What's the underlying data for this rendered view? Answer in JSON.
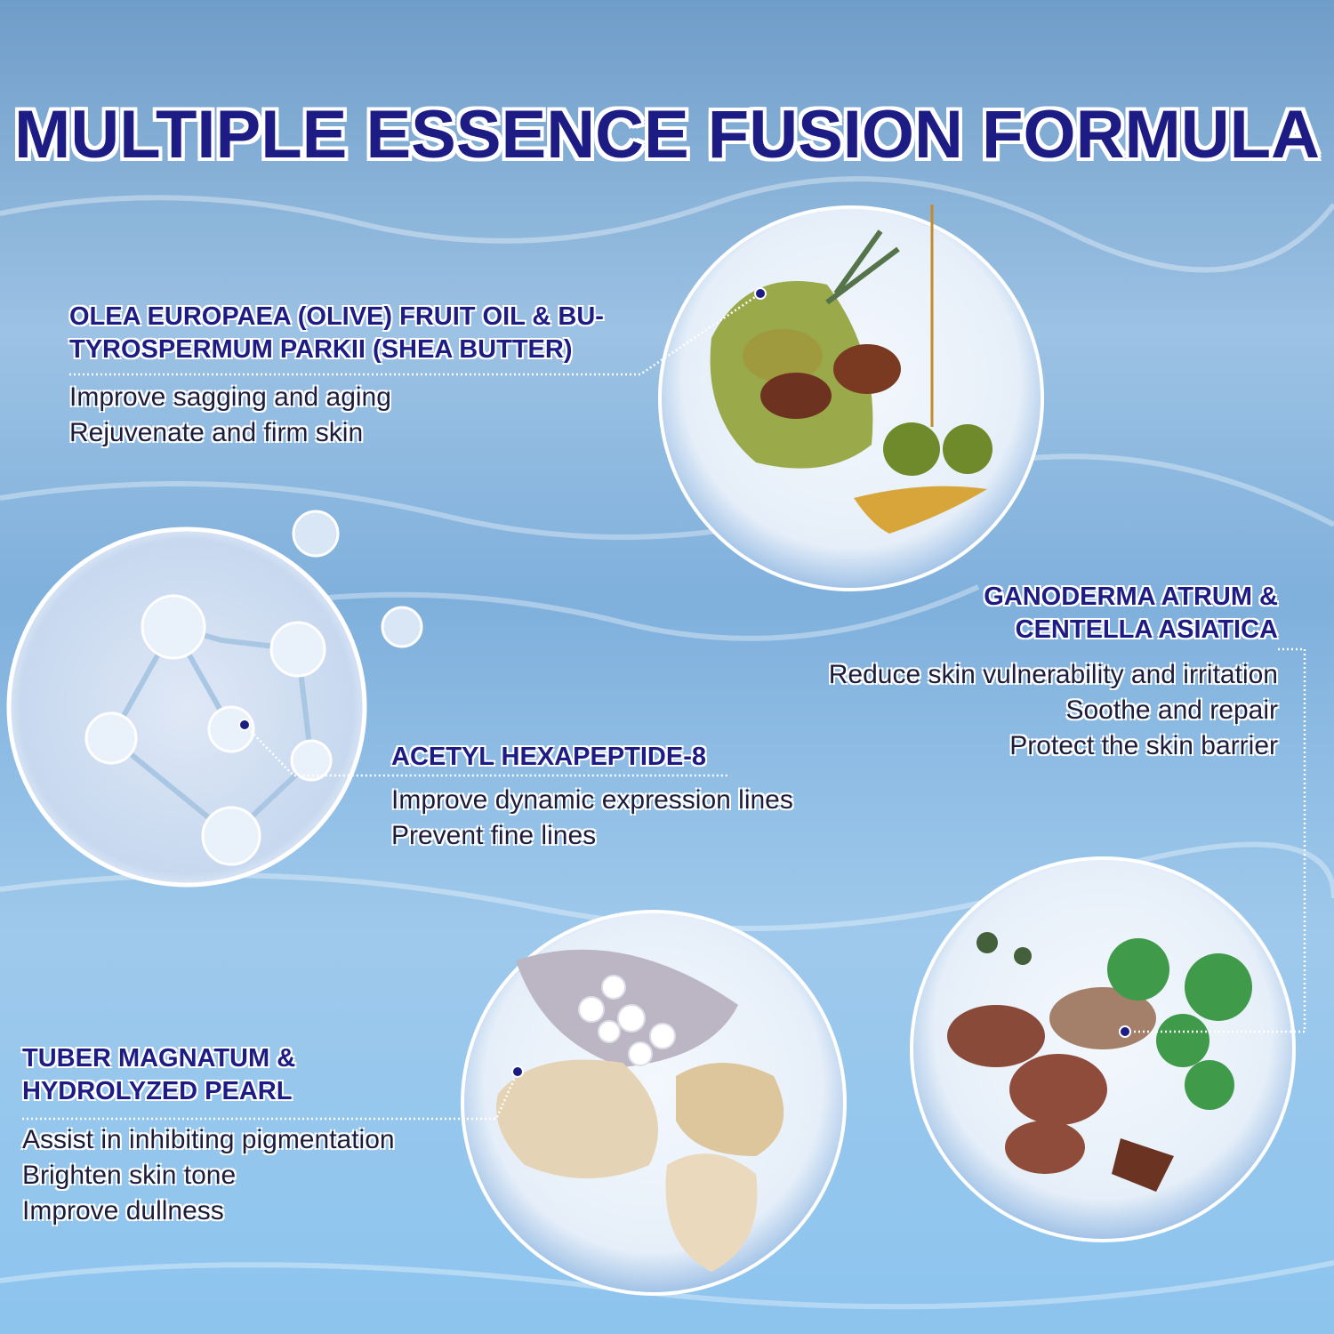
{
  "title": "MULTIPLE ESSENCE FUSION FORMULA",
  "ingredients": [
    {
      "heading": [
        "OLEA EUROPAEA (OLIVE) FRUIT OIL & BU-",
        "TYROSPERMUM PARKII (SHEA BUTTER)"
      ],
      "benefits": [
        "Improve sagging and aging",
        "Rejuvenate and firm skin"
      ]
    },
    {
      "heading": [
        "GANODERMA ATRUM &",
        "CENTELLA ASIATICA"
      ],
      "benefits": [
        "Reduce skin vulnerability and irritation",
        "Soothe and repair",
        "Protect the skin barrier"
      ]
    },
    {
      "heading": [
        "ACETYL HEXAPEPTIDE-8"
      ],
      "benefits": [
        "Improve dynamic expression lines",
        "Prevent fine lines"
      ]
    },
    {
      "heading": [
        "TUBER MAGNATUM &",
        "HYDROLYZED PEARL"
      ],
      "benefits": [
        "Assist in inhibiting pigmentation",
        "Brighten skin tone",
        "Improve dullness"
      ]
    }
  ],
  "colors": {
    "heading": "#1d1c85",
    "body": "#1b1b3d",
    "water": "#8cbbe3"
  }
}
